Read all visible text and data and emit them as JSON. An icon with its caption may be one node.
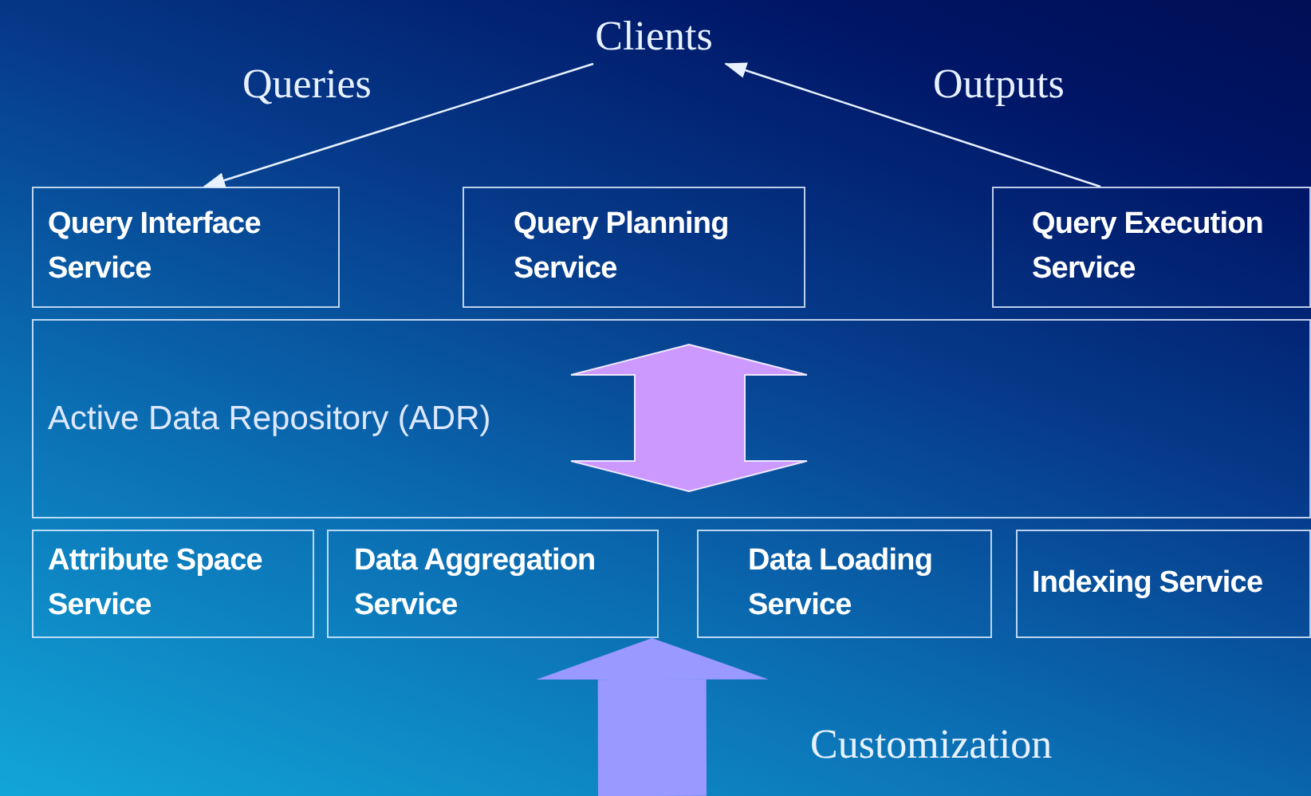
{
  "diagram": {
    "nodes": [
      {
        "text": [
          "Clients"
        ]
      },
      {
        "text": [
          "Query Interface Service"
        ]
      },
      {
        "text": [
          "Query Planning Service"
        ]
      },
      {
        "text": [
          "Query Execution Service"
        ]
      },
      {
        "text": [
          "Active Data Repository (ADR)"
        ]
      },
      {
        "text": [
          "Attribute Space Service"
        ]
      },
      {
        "text": [
          "Data Aggregation Service"
        ]
      },
      {
        "text": [
          "Data Loading Service"
        ]
      },
      {
        "text": [
          "Indexing Service"
        ]
      }
    ],
    "edges": [
      {
        "from": 0,
        "to": 1,
        "arrow": "to",
        "label": "Queries"
      },
      {
        "from": 3,
        "to": 0,
        "arrow": "to",
        "label": "Outputs"
      },
      {
        "from": null,
        "to": 6,
        "arrow": "to",
        "label": "Customization",
        "style": "thick",
        "color": "#9999ff"
      }
    ]
  }
}
